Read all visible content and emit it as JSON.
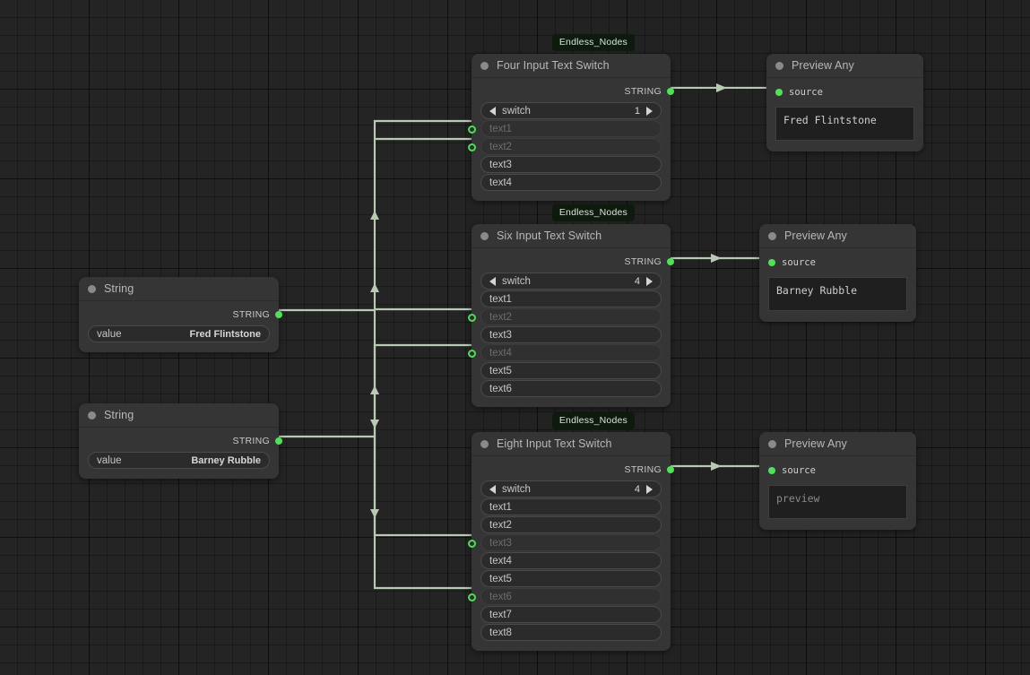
{
  "app": {
    "canvas_name": "node-graph-canvas",
    "background_color": "#222222",
    "grid_color": "#1b1b1b"
  },
  "colors": {
    "port_green": "#51e05a",
    "wire": "#b8c9b4",
    "node_bg": "#353535",
    "badge_bg": "#0d1a0d"
  },
  "badge_label": "Endless_Nodes",
  "nodes": {
    "string_fred": {
      "title": "String",
      "output_label": "STRING",
      "value_label": "value",
      "value": "Fred Flintstone"
    },
    "string_barney": {
      "title": "String",
      "output_label": "STRING",
      "value_label": "value",
      "value": "Barney Rubble"
    },
    "four_switch": {
      "title": "Four Input Text Switch",
      "output_label": "STRING",
      "switch_label": "switch",
      "switch_value": "1",
      "inputs": [
        {
          "label": "text1",
          "connected": true
        },
        {
          "label": "text2",
          "connected": true
        },
        {
          "label": "text3",
          "connected": false
        },
        {
          "label": "text4",
          "connected": false
        }
      ]
    },
    "six_switch": {
      "title": "Six Input Text Switch",
      "output_label": "STRING",
      "switch_label": "switch",
      "switch_value": "4",
      "inputs": [
        {
          "label": "text1",
          "connected": false
        },
        {
          "label": "text2",
          "connected": true
        },
        {
          "label": "text3",
          "connected": false
        },
        {
          "label": "text4",
          "connected": true
        },
        {
          "label": "text5",
          "connected": false
        },
        {
          "label": "text6",
          "connected": false
        }
      ]
    },
    "eight_switch": {
      "title": "Eight Input Text Switch",
      "output_label": "STRING",
      "switch_label": "switch",
      "switch_value": "4",
      "inputs": [
        {
          "label": "text1",
          "connected": false
        },
        {
          "label": "text2",
          "connected": false
        },
        {
          "label": "text3",
          "connected": true
        },
        {
          "label": "text4",
          "connected": false
        },
        {
          "label": "text5",
          "connected": false
        },
        {
          "label": "text6",
          "connected": true
        },
        {
          "label": "text7",
          "connected": false
        },
        {
          "label": "text8",
          "connected": false
        }
      ]
    },
    "preview_top": {
      "title": "Preview Any",
      "source_label": "source",
      "content": "Fred Flintstone",
      "is_placeholder": false
    },
    "preview_mid": {
      "title": "Preview Any",
      "source_label": "source",
      "content": "Barney Rubble",
      "is_placeholder": false
    },
    "preview_bottom": {
      "title": "Preview Any",
      "source_label": "source",
      "content": "preview",
      "is_placeholder": true
    }
  }
}
